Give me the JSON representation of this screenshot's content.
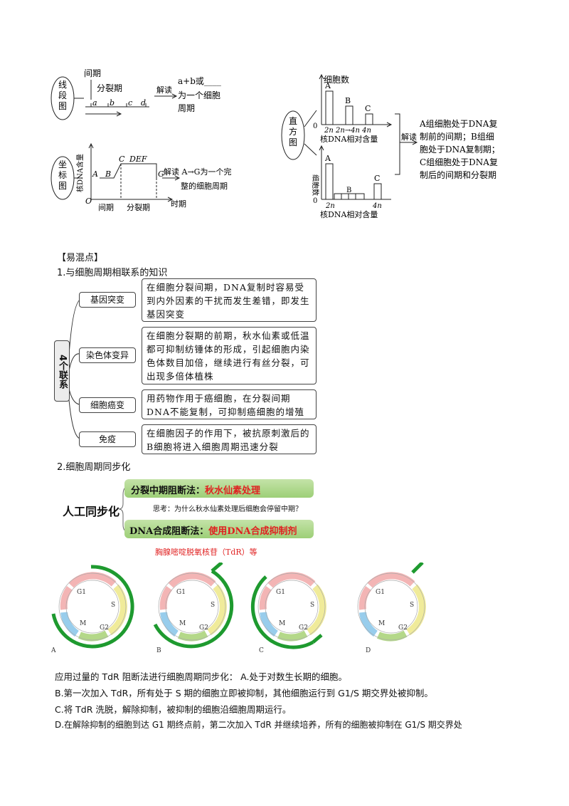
{
  "top": {
    "line_seg_label": "线段图",
    "interphase": "间期",
    "division_phase": "分裂期",
    "letters": [
      "a",
      "b",
      "c",
      "d"
    ],
    "read": "解读",
    "line_result_1": "a+b或____",
    "line_result_2": "为一个细胞",
    "line_result_3": "周期",
    "coord_label": "坐标图",
    "dna_axis": "核DNA含量",
    "points": [
      "A",
      "B",
      "C",
      "DEF",
      "G"
    ],
    "origin": "O",
    "time_axis": "时期",
    "coord_interphase": "间期",
    "coord_division": "分裂期",
    "coord_result_1": "解读 A→G为一个完",
    "coord_result_2": "整的细胞周期",
    "hist_label": "直方图",
    "cell_count": "细胞数",
    "hist_x1": "2n 2n→4n 4n",
    "hist_xlabel": "核DNA相对含量",
    "hist2_x1": "2n",
    "hist2_x2": "4n",
    "hist_letters": [
      "A",
      "B",
      "C"
    ],
    "hist_result": [
      "A组细胞处于DNA复",
      "制前的间期；B组细",
      "胞处于DNA复制期；",
      "C组细胞处于DNA复",
      "制后的间期和分裂期"
    ]
  },
  "confusion_title": "【易混点】",
  "section1_title": "1.与细胞周期相联系的知识",
  "side_label": "4个联系",
  "links": [
    {
      "label": "基因突变",
      "text": "在细胞分裂间期，DNA复制时容易受到内外因素的干扰而发生差错，即发生基因突变"
    },
    {
      "label": "染色体变异",
      "text": "在细胞分裂期的前期，秋水仙素或低温都可抑制纺锤体的形成，引起细胞内染色体数目加倍，继续进行有丝分裂，可出现多倍体植株"
    },
    {
      "label": "细胞癌变",
      "text": "用药物作用于癌细胞，在分裂间期DNA不能复制，可抑制癌细胞的增殖"
    },
    {
      "label": "免疫",
      "text": "在细胞因子的作用下，被抗原刺激后的B细胞将进入细胞周期迅速分裂"
    }
  ],
  "section2_title": "2.细胞周期同步化",
  "sync": {
    "main": "人工同步化",
    "m_block_label": "分裂中期阻断法：",
    "m_block_value": "秋水仙素处理",
    "think": "思考：为什么秋水仙素处理后细胞会停留中期？",
    "dna_block_label": "DNA合成阻断法：",
    "dna_block_value": "使用DNA合成抑制剂",
    "tdr": "胸腺嘧啶脱氧核苷（TdR）等"
  },
  "cycle_phases": {
    "g1": "G1",
    "s": "S",
    "m": "M",
    "g2": "G2"
  },
  "cycle_letters": [
    "A",
    "B",
    "C",
    "D"
  ],
  "paragraphs": [
    "应用过量的 TdR 阻断法进行细胞周期同步化： A.处于对数生长期的细胞。",
    "B.第一次加入 TdR，所有处于 S 期的细胞立即被抑制，其他细胞运行到 G1/S 期交界处被抑制。",
    "C.将 TdR 洗脱，解除抑制，被抑制的细胞沿细胞周期运行。",
    "D.在解除抑制的细胞到达 G1 期终点前，第二次加入 TdR 并继续培养，所有的细胞被抑制在 G1/S 期交界处"
  ],
  "colors": {
    "green": "#1e9a2f",
    "red": "#e02020",
    "g1": "#f6c6c6",
    "s": "#f4f0a8",
    "g2": "#b8d98c",
    "m": "#9fd0ee"
  }
}
